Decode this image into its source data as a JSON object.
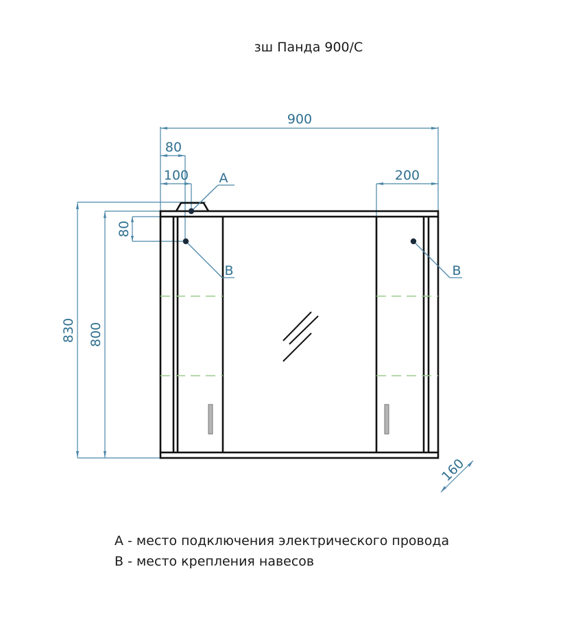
{
  "title": "зш Панда 900/С",
  "dimensions": {
    "overall_width": "900",
    "offset_80": "80",
    "offset_100": "100",
    "right_200": "200",
    "height_830": "830",
    "height_800": "800",
    "vertical_80": "80",
    "depth_160": "160"
  },
  "markers": {
    "a_label": "A",
    "b_left_label": "B",
    "b_right_label": "B"
  },
  "legend": [
    {
      "key": "A",
      "text": "A - место подключения электрического провода"
    },
    {
      "key": "B",
      "text": "B - место крепления навесов"
    }
  ],
  "colors": {
    "dimension": "#4a86a8",
    "dimension_text": "#2f6f8f",
    "outline": "#111111",
    "shelf_dashed": "#9ccc8a"
  }
}
